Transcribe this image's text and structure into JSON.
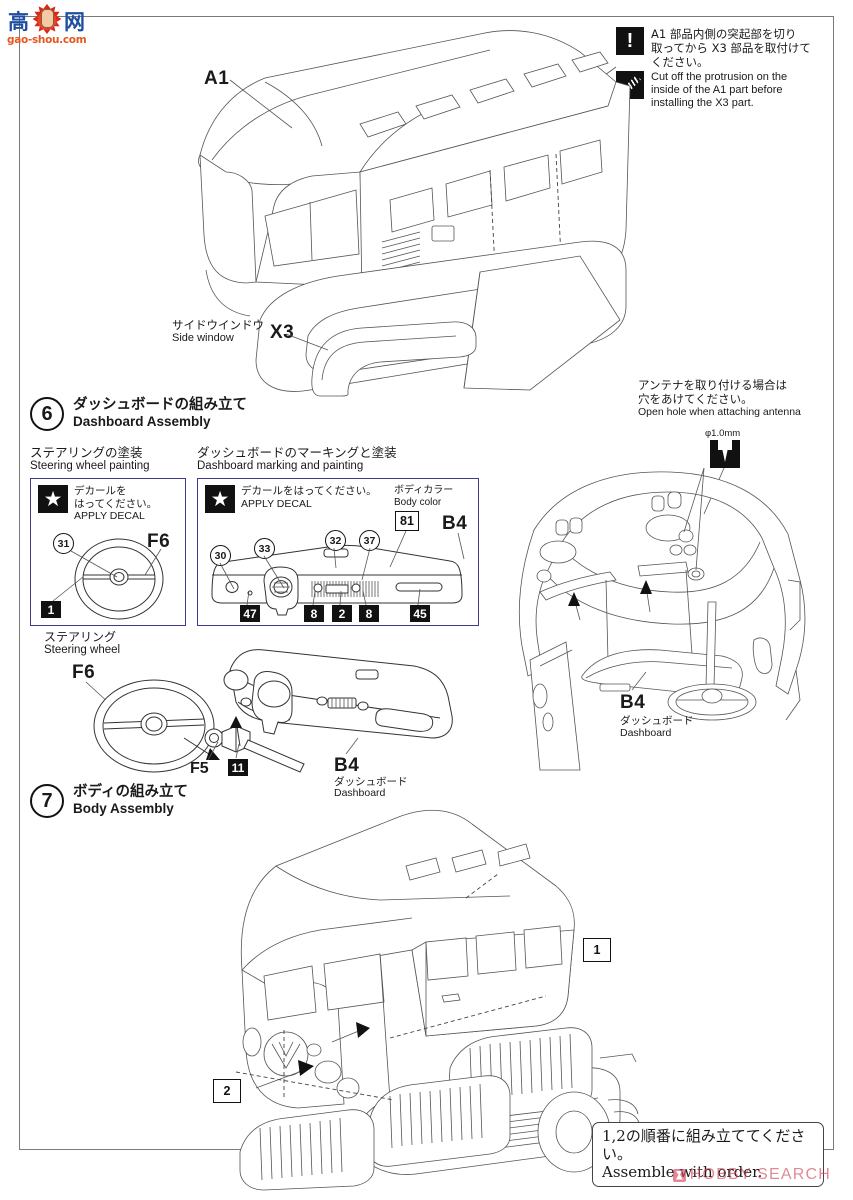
{
  "watermarks": {
    "top_left": {
      "char1": "高",
      "char2": "网",
      "url": "gao-shou.com"
    },
    "bottom_right": {
      "text": "HOBBY SEARCH"
    }
  },
  "top_section": {
    "part_label_a1": "A1",
    "side_window": {
      "jp": "サイドウインドウ",
      "en": "Side window",
      "part": "X3"
    },
    "note": {
      "icon_caution": "caution-icon",
      "icon_cut": "cut-tool-icon",
      "jp_lines": [
        "A1 部品内側の突起部を切り",
        "取ってから X3 部品を取付けて",
        "ください。"
      ],
      "en_lines": [
        "Cut off the protrusion on the",
        "inside of the A1 part before",
        "installing the X3 part."
      ]
    }
  },
  "step6": {
    "number": "6",
    "title_jp": "ダッシュボードの組み立て",
    "title_en": "Dashboard Assembly",
    "steering_paint": {
      "heading_jp": "ステアリングの塗装",
      "heading_en": "Steering wheel painting",
      "decal_jp": "デカールを\nはってください。",
      "decal_jp_l1": "デカールを",
      "decal_jp_l2": "はってください。",
      "decal_en": "APPLY DECAL",
      "callout_31": "31",
      "part_f6": "F6",
      "box_1": "1"
    },
    "dashboard_paint": {
      "heading_jp": "ダッシュボードのマーキングと塗装",
      "heading_en": "Dashboard marking and painting",
      "decal_jp": "デカールをはってください。",
      "decal_en": "APPLY DECAL",
      "body_color_jp": "ボディカラー",
      "body_color_en": "Body color",
      "body_color_box": "81",
      "part_b4": "B4",
      "callouts_top": [
        "30",
        "33",
        "32",
        "37"
      ],
      "callouts_bottom": [
        "47",
        "8",
        "2",
        "8",
        "45"
      ]
    },
    "steering_assembly": {
      "heading_jp": "ステアリング",
      "heading_en": "Steering wheel",
      "part_f6": "F6",
      "part_f5": "F5",
      "part_11": "11"
    },
    "dashboard_part": {
      "part_b4": "B4",
      "jp": "ダッシュボード",
      "en": "Dashboard"
    },
    "antenna_note": {
      "jp_l1": "アンテナを取り付ける場合は",
      "jp_l2": "穴をあけてください。",
      "en": "Open hole when attaching antenna",
      "drill_size": "φ1.0mm",
      "icon": "drill-hole-icon"
    },
    "interior_dashboard": {
      "part_b4": "B4",
      "jp": "ダッシュボード",
      "en": "Dashboard"
    }
  },
  "step7": {
    "number": "7",
    "title_jp": "ボディの組み立て",
    "title_en": "Body Assembly",
    "order_marker_1": "1",
    "order_marker_2": "2",
    "note": {
      "jp": "1,2の順番に組み立ててください。",
      "en": "Assemble with order."
    }
  },
  "colors": {
    "line": "#333333",
    "frame": "#7a7a7a",
    "box_blue": "#3b3b8e",
    "ink": "#111111",
    "watermark_red": "#cf4257",
    "watermark_blue": "#1f4fa0",
    "watermark_orange": "#e4571f"
  }
}
